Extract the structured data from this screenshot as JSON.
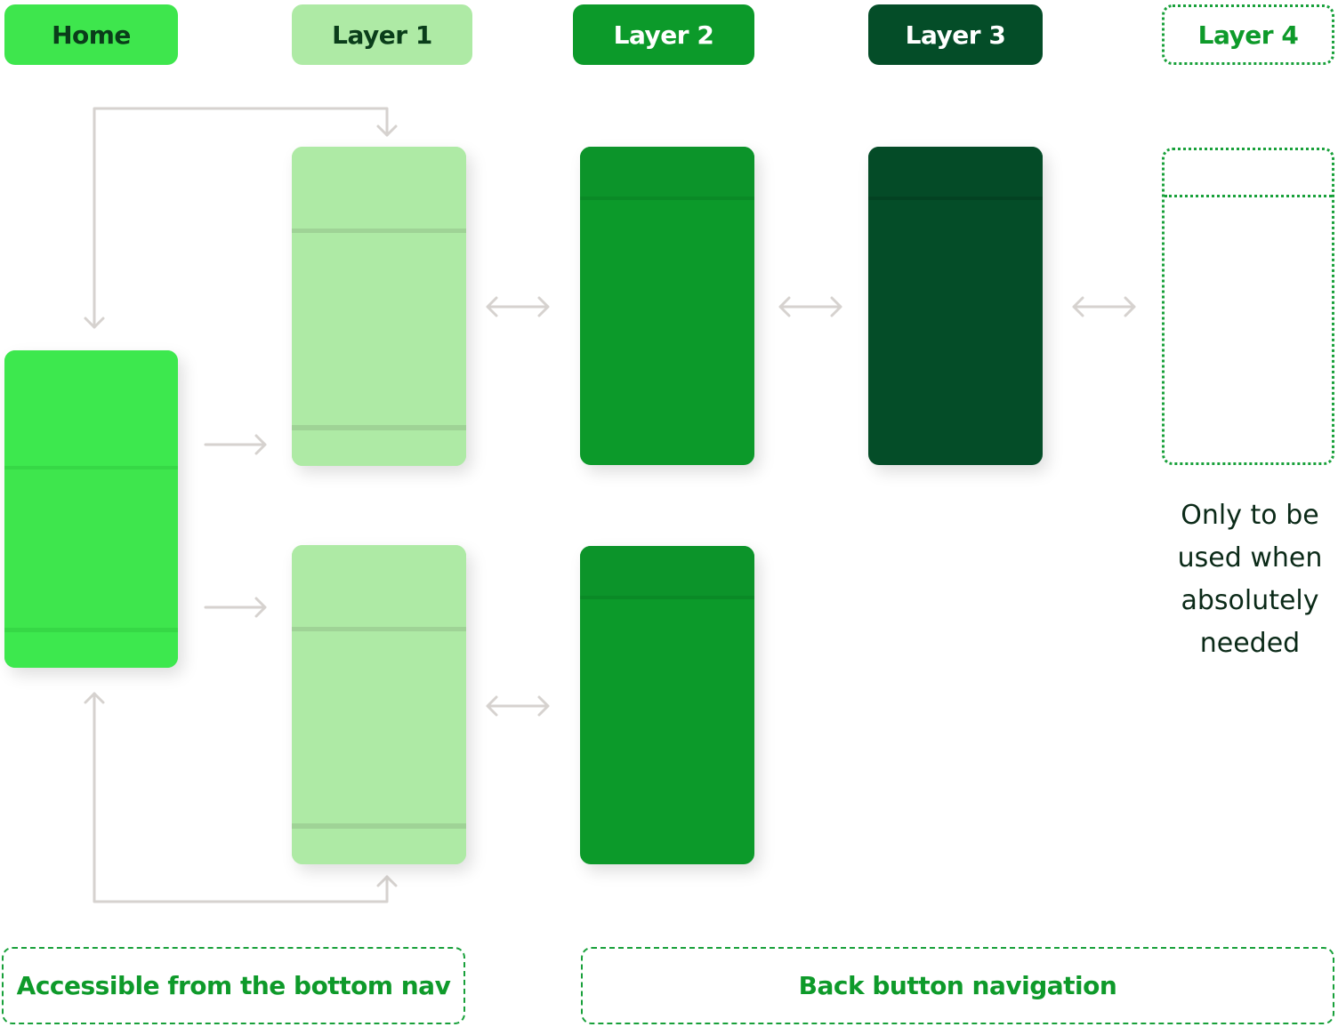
{
  "columns": [
    {
      "label": "Home",
      "fill": "#3ee64d",
      "text_color": "#0a3d1a"
    },
    {
      "label": "Layer 1",
      "fill": "#aeeaa5",
      "text_color": "#0a3d1a"
    },
    {
      "label": "Layer 2",
      "fill": "#0c9a2a",
      "text_color": "#ffffff"
    },
    {
      "label": "Layer 3",
      "fill": "#044d28",
      "text_color": "#ffffff"
    },
    {
      "label": "Layer 4",
      "fill": "none",
      "text_color": "#0e9a2a",
      "style": "dotted"
    }
  ],
  "note": {
    "lines": [
      "Only to be",
      "used when",
      "absolutely",
      "needed"
    ]
  },
  "captions": {
    "bottom_nav": "Accessible from the bottom nav",
    "back_nav": "Back button navigation"
  },
  "colors": {
    "arrow": "#d6d2cf",
    "dashed_border": "#18a03a"
  }
}
